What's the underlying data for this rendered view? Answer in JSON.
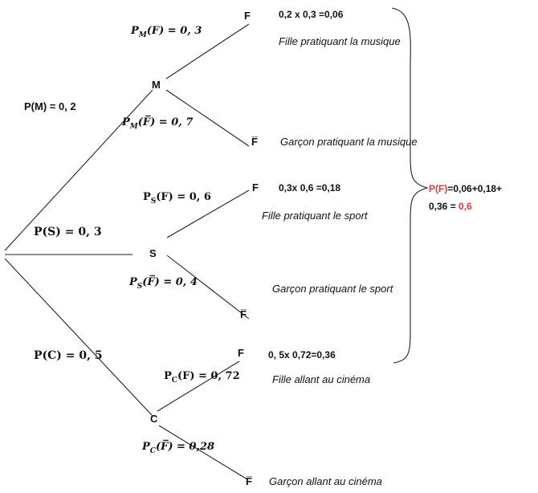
{
  "labels": {
    "node_m": "M",
    "node_s": "S",
    "node_c": "C",
    "leaf_f": "F",
    "leaf_fbar": "F̅"
  },
  "probabilities": {
    "p_m": "P(M) = 0, 2",
    "p_s": "P(S) = 0, 3",
    "p_c": "P(C) = 0, 5",
    "pm_f_pre": "P",
    "pm_f_sub": "M",
    "pm_f_post": "(F) = 0, 3",
    "pm_fbar_pre": "P",
    "pm_fbar_sub": "M",
    "pm_fbar_post": "(F̅) = 0, 7",
    "ps_f_pre": "P",
    "ps_f_sub": "S",
    "ps_f_post": "(F) = 0, 6",
    "ps_fbar_pre": "P",
    "ps_fbar_sub": "S",
    "ps_fbar_post": "(F̅) = 0, 4",
    "pc_f_pre": "P",
    "pc_f_sub": "C",
    "pc_f_post": "(F) = 0, 72",
    "pc_fbar_pre": "P",
    "pc_fbar_sub": "C",
    "pc_fbar_post": "(F̅) = 0,28"
  },
  "calculations": {
    "music": "0,2 x 0,3 =0,06",
    "sport": "0,3x 0,6 =0,18",
    "cinema": "0, 5x 0,72=0,36"
  },
  "descriptions": {
    "m_f": "Fille pratiquant la musique",
    "m_fbar": "Garçon pratiquant la musique",
    "s_f": "Fille pratiquant le sport",
    "s_fbar": "Garçon pratiquant le sport",
    "c_f": "Fille allant au cinéma",
    "c_fbar": "Garçon allant au cinéma"
  },
  "total": {
    "pf_label": "P(F)",
    "line1_rest": "=0,06+0,18+",
    "line2_prefix": "0,36 = ",
    "result": "0,6"
  },
  "colors": {
    "highlight": "#e53935"
  }
}
